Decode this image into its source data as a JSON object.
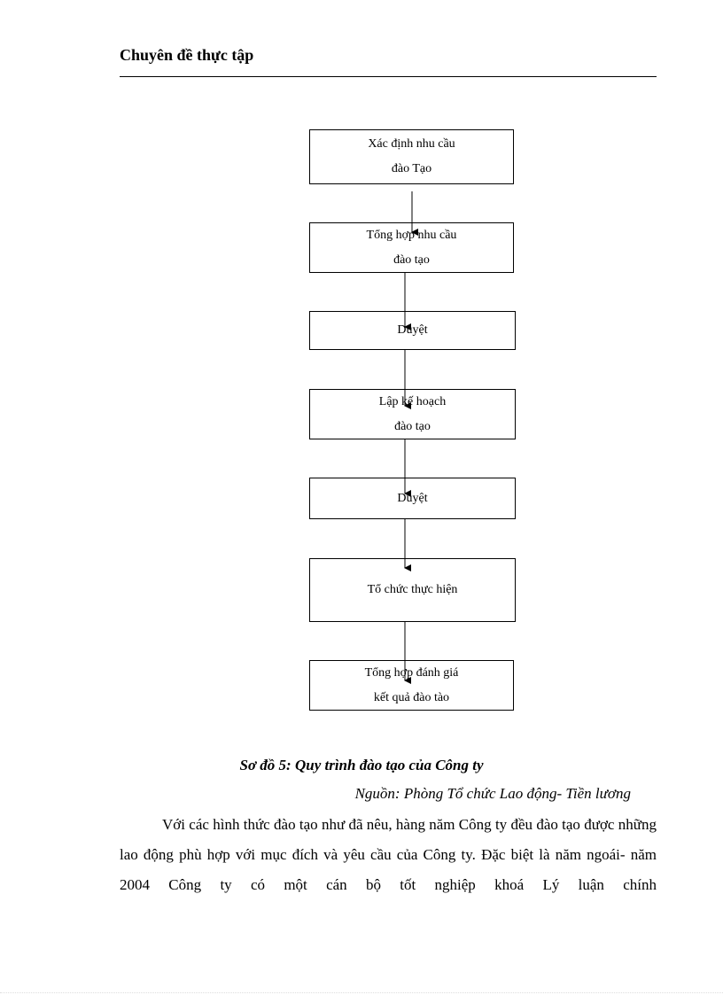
{
  "header": {
    "title": "Chuyên đề thực tập"
  },
  "flowchart": {
    "steps": [
      {
        "line1": "Xác định nhu cầu",
        "line2": "đào Tạo"
      },
      {
        "line1": "Tổng hợp nhu cầu",
        "line2": "đào tạo"
      },
      {
        "line1": "Duyệt",
        "line2": ""
      },
      {
        "line1": "Lập kế hoạch",
        "line2": "đào tạo"
      },
      {
        "line1": "Duyệt",
        "line2": ""
      },
      {
        "line1": "Tổ chức thực hiện",
        "line2": ""
      },
      {
        "line1": "Tổng hợp đánh giá",
        "line2": "kết quả đào tào"
      }
    ]
  },
  "caption": "Sơ đồ 5: Quy trình đào tạo của Công ty",
  "source": "Nguồn: Phòng Tổ chức Lao động- Tiền lương",
  "body": {
    "paragraph": "Với các hình thức đào tạo như đã nêu, hàng năm Công ty đều đào tạo được những lao động phù hợp với mục đích và yêu cầu của Công ty. Đặc biệt là năm ngoái- năm 2004 Công ty có một cán bộ tốt nghiệp khoá Lý luận chính"
  }
}
